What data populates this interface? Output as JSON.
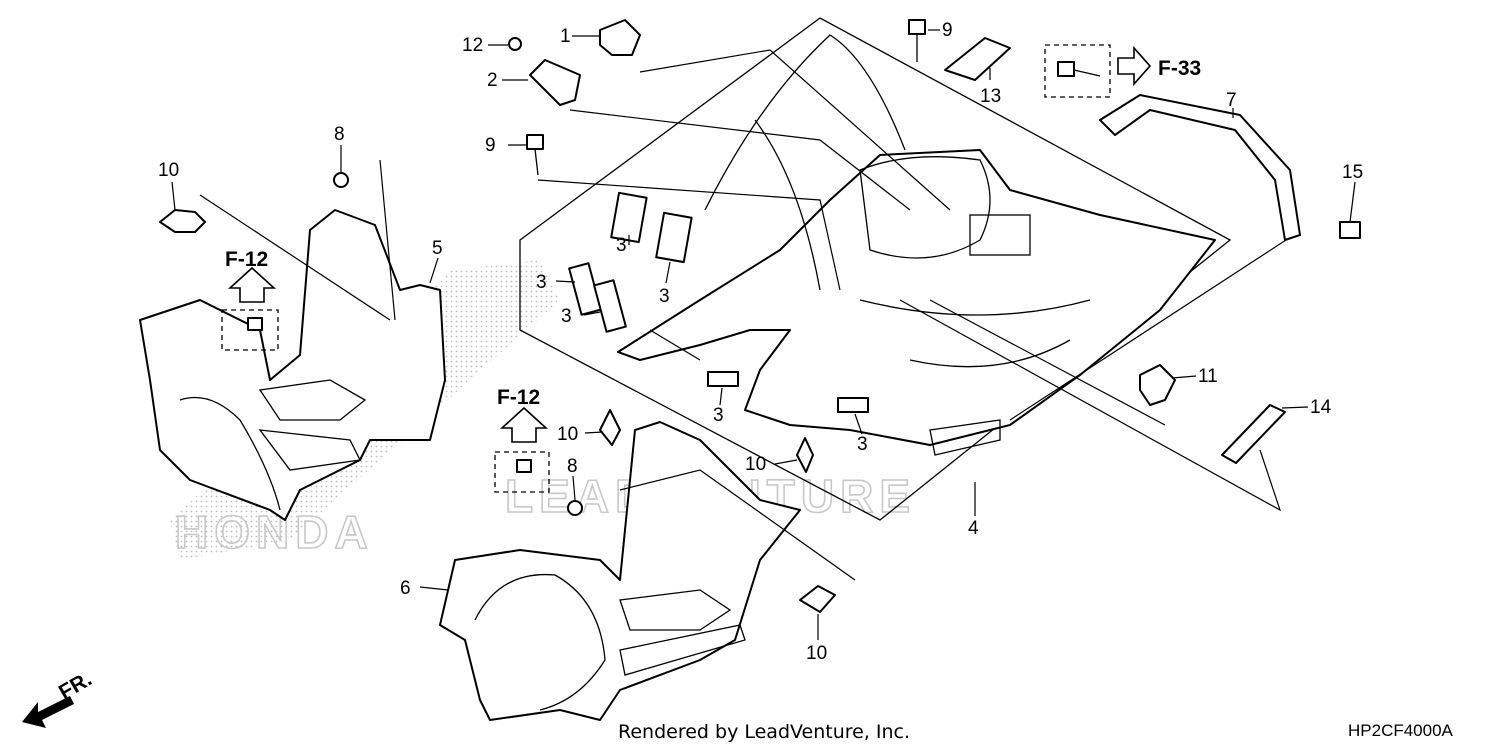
{
  "diagram": {
    "callouts": [
      {
        "id": "c1",
        "text": "1"
      },
      {
        "id": "c2",
        "text": "2"
      },
      {
        "id": "c12",
        "text": "12"
      },
      {
        "id": "c9a",
        "text": "9"
      },
      {
        "id": "c9b",
        "text": "9"
      },
      {
        "id": "c13",
        "text": "13"
      },
      {
        "id": "c7",
        "text": "7"
      },
      {
        "id": "c15",
        "text": "15"
      },
      {
        "id": "c8a",
        "text": "8"
      },
      {
        "id": "c8b",
        "text": "8"
      },
      {
        "id": "c10a",
        "text": "10"
      },
      {
        "id": "c10b",
        "text": "10"
      },
      {
        "id": "c10c",
        "text": "10"
      },
      {
        "id": "c10d",
        "text": "10"
      },
      {
        "id": "c5",
        "text": "5"
      },
      {
        "id": "c3a",
        "text": "3"
      },
      {
        "id": "c3b",
        "text": "3"
      },
      {
        "id": "c3c",
        "text": "3"
      },
      {
        "id": "c3d",
        "text": "3"
      },
      {
        "id": "c3e",
        "text": "3"
      },
      {
        "id": "c3f",
        "text": "3"
      },
      {
        "id": "c11",
        "text": "11"
      },
      {
        "id": "c14",
        "text": "14"
      },
      {
        "id": "c4",
        "text": "4"
      },
      {
        "id": "c6",
        "text": "6"
      }
    ],
    "refs": {
      "f33": "F-33",
      "f12_left": "F-12",
      "f12_center": "F-12"
    },
    "front_marker": "FR.",
    "watermark": "LEADVENTURE",
    "watermark_brand": "HONDA"
  },
  "footer": {
    "credit": "Rendered by LeadVenture, Inc.",
    "diagram_code": "HP2CF4000A"
  },
  "colors": {
    "line": "#000000",
    "watermark": "#c8c8c8",
    "stipple": "#bdbdbd",
    "background": "#ffffff"
  }
}
